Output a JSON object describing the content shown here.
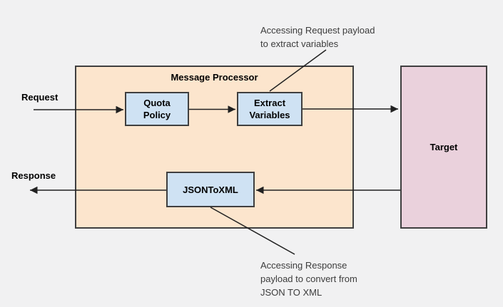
{
  "diagram": {
    "labels": {
      "request": "Request",
      "response": "Response"
    },
    "nodes": {
      "message_processor": {
        "label": "Message Processor"
      },
      "quota_policy": {
        "lines": [
          "Quota",
          "Policy"
        ]
      },
      "extract_variables": {
        "lines": [
          "Extract",
          "Variables"
        ]
      },
      "jsontoxml": {
        "label": "JSONToXML"
      },
      "target": {
        "label": "Target"
      }
    },
    "annotations": {
      "top": {
        "lines": [
          "Accessing Request payload",
          "to extract variables"
        ]
      },
      "bottom": {
        "lines": [
          "Accessing Response",
          "payload to convert from",
          "JSON TO XML"
        ]
      }
    },
    "colors": {
      "background": "#f1f1f2",
      "container_fill": "#fce5cd",
      "policy_fill": "#cfe2f3",
      "target_fill": "#ead1dc",
      "border": "#3f3f3f",
      "arrow": "#212121",
      "text": "#000000",
      "annotation_text": "#3c3c3c"
    }
  }
}
